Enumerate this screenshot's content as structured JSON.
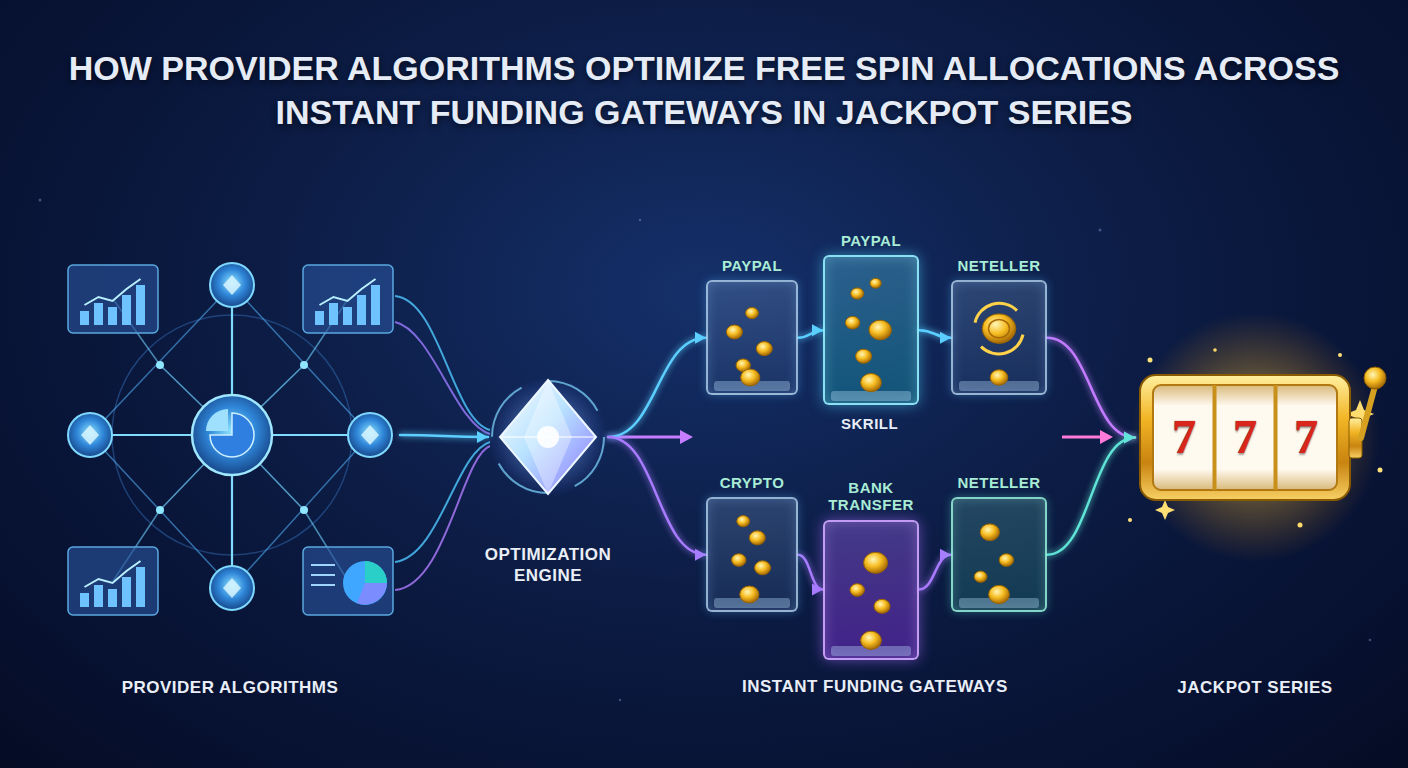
{
  "diagram": {
    "title": "HOW PROVIDER ALGORITHMS OPTIMIZE FREE SPIN ALLOCATIONS ACROSS INSTANT FUNDING GATEWAYS IN JACKPOT SERIES",
    "nodes": [
      {
        "text": [
          "PROVIDER ALGORITHMS"
        ]
      },
      {
        "text": [
          "OPTIMIZATION ENGINE"
        ]
      },
      {
        "text": [
          "PAYPAL"
        ]
      },
      {
        "text": [
          "PAYPAL"
        ]
      },
      {
        "text": [
          "NETELLER"
        ]
      },
      {
        "text": [
          "CRYPTO"
        ]
      },
      {
        "text": [
          "BANK TRANSFER"
        ]
      },
      {
        "text": [
          "NETELLER"
        ]
      },
      {
        "text": [
          "JACKPOT SERIES"
        ]
      }
    ],
    "edges": [
      {
        "from": 0,
        "to": 1,
        "arrow": "to"
      },
      {
        "from": 1,
        "to": 2,
        "arrow": "to"
      },
      {
        "from": 1,
        "to": 5,
        "arrow": "to"
      },
      {
        "from": 2,
        "to": 3,
        "arrow": "to"
      },
      {
        "from": 3,
        "to": 4,
        "arrow": "to"
      },
      {
        "from": 5,
        "to": 6,
        "arrow": "to"
      },
      {
        "from": 6,
        "to": 7,
        "arrow": "to"
      },
      {
        "from": 4,
        "to": 8,
        "arrow": "to"
      },
      {
        "from": 7,
        "to": 8,
        "arrow": "to"
      }
    ],
    "labels": [
      "SKRILL",
      "INSTANT FUNDING GATEWAYS",
      "7",
      "7",
      "7"
    ]
  }
}
